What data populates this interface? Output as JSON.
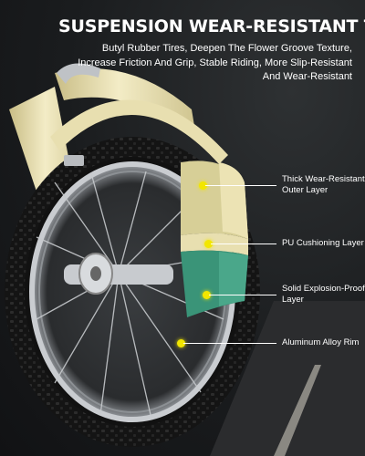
{
  "headline": "SUSPENSION WEAR-RESISTANT TIRES",
  "description": {
    "line1": "Butyl Rubber Tires, Deepen The Flower Groove Texture,",
    "line2": "Increase Friction And Grip, Stable Riding, More Slip-Resistant",
    "line3": "And Wear-Resistant"
  },
  "callouts": [
    {
      "line1": "Thick Wear-Resistant",
      "line2": "Outer Layer"
    },
    {
      "line1": "PU Cushioning Layer",
      "line2": ""
    },
    {
      "line1": "Solid Explosion-Proof",
      "line2": "Layer"
    },
    {
      "line1": "Aluminum Alloy Rim",
      "line2": ""
    }
  ],
  "colors": {
    "accent_dot": "#f2e600",
    "frame": "#ece3b4",
    "pu_layer": "#3a9478",
    "tire": "#151515",
    "rim": "#c9ccd0"
  }
}
